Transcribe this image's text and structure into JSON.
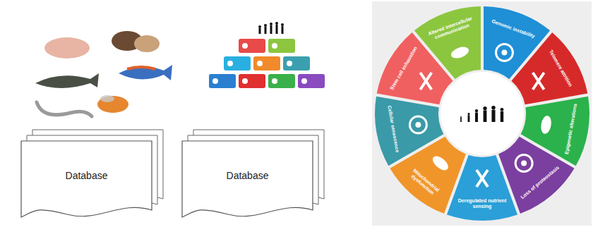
{
  "diagram": {
    "nodes": [
      {
        "text": [
          "Database"
        ]
      },
      {
        "text": [
          "Database"
        ]
      },
      {
        "text": [
          "Genomic instability"
        ]
      },
      {
        "text": [
          "Telomere attrition"
        ]
      },
      {
        "text": [
          "Epigenetic alterations"
        ]
      },
      {
        "text": [
          "Loss of proteostasis"
        ]
      },
      {
        "text": [
          "Deregulated nutrient sensing"
        ]
      },
      {
        "text": [
          "Mitochondrial dysfunction"
        ]
      },
      {
        "text": [
          "Cellular senescence"
        ]
      },
      {
        "text": [
          "Stem cell exhaustion"
        ]
      },
      {
        "text": [
          "Altered intercellular communication"
        ]
      }
    ]
  }
}
